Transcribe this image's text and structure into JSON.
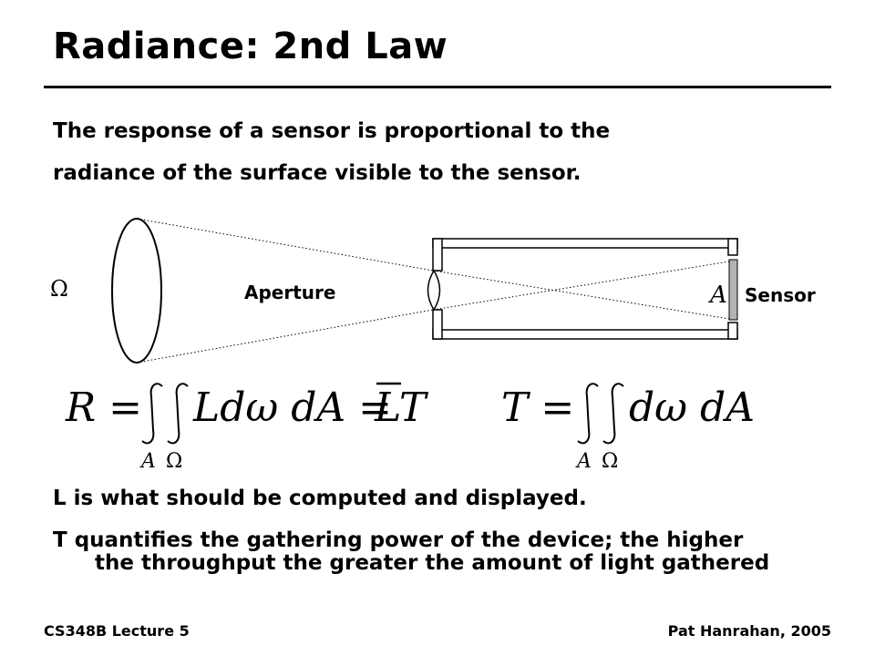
{
  "slide": {
    "title": "Radiance: 2nd Law",
    "intro_line_1": "The response of a sensor is proportional to the",
    "intro_line_2": "radiance of the surface visible to the sensor."
  },
  "diagram": {
    "omega_symbol": "Ω",
    "aperture_label": "Aperture",
    "area_symbol": "A",
    "sensor_label": "Sensor"
  },
  "equations": {
    "left": {
      "lhs": "R =",
      "integrand": "Ldω dA =",
      "result_bar": "L",
      "result_rest": "T",
      "sub_a": "A",
      "sub_omega": "Ω"
    },
    "right": {
      "lhs": "T =",
      "integrand": "dω dA",
      "sub_a": "A",
      "sub_omega": "Ω"
    }
  },
  "notes": {
    "line_1": "L is what should be computed and displayed.",
    "line_2": "T quantifies the gathering power of the device; the higher",
    "line_3": "the throughput the greater the amount of light gathered"
  },
  "footer": {
    "left": "CS348B Lecture 5",
    "right": "Pat Hanrahan, 2005"
  }
}
